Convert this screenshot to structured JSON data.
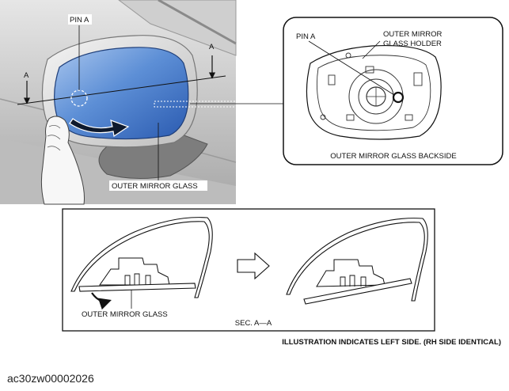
{
  "labels": {
    "pin_a_main": "PIN A",
    "section_a_left": "A",
    "section_a_right": "A",
    "outer_mirror_glass_main": "OUTER MIRROR GLASS",
    "pin_a_detail": "PIN A",
    "holder_line1": "OUTER MIRROR",
    "holder_line2": "GLASS HOLDER",
    "backside_caption": "OUTER MIRROR GLASS BACKSIDE",
    "outer_mirror_glass_section": "OUTER MIRROR GLASS",
    "section_caption": "SEC. A—A",
    "side_note": "ILLUSTRATION INDICATES LEFT SIDE. (RH SIDE IDENTICAL)"
  },
  "figure_code": "ac30zw00002026",
  "colors": {
    "glass_light": "#8fb3e6",
    "glass_dark": "#2f63b5",
    "arrow_dark": "#0e1a2e",
    "line": "#1a1a1a"
  }
}
